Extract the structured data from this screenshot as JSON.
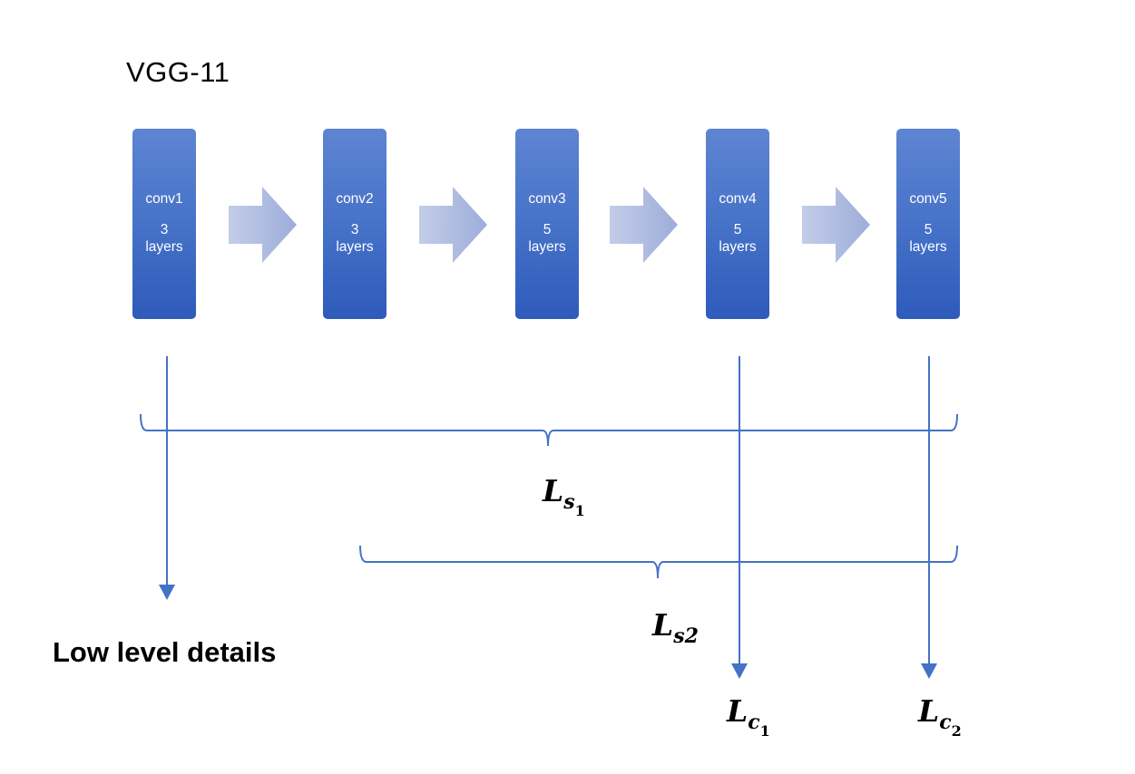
{
  "title": "VGG-11",
  "colors": {
    "block": "#4472c4",
    "arrow": "#aebbe0",
    "line": "#4472c4"
  },
  "blocks": [
    {
      "name": "conv1",
      "count": "3",
      "unit": "layers"
    },
    {
      "name": "conv2",
      "count": "3",
      "unit": "layers"
    },
    {
      "name": "conv3",
      "count": "5",
      "unit": "layers"
    },
    {
      "name": "conv4",
      "count": "5",
      "unit": "layers"
    },
    {
      "name": "conv5",
      "count": "5",
      "unit": "layers"
    }
  ],
  "bottom_label": "Low level details",
  "losses": {
    "ls1": {
      "main": "L",
      "sub": "s",
      "subsub": "1"
    },
    "ls2": {
      "main": "L",
      "sub": "s2",
      "subsub": ""
    },
    "lc1": {
      "main": "L",
      "sub": "c",
      "subsub": "1"
    },
    "lc2": {
      "main": "L",
      "sub": "c",
      "subsub": "2"
    }
  }
}
